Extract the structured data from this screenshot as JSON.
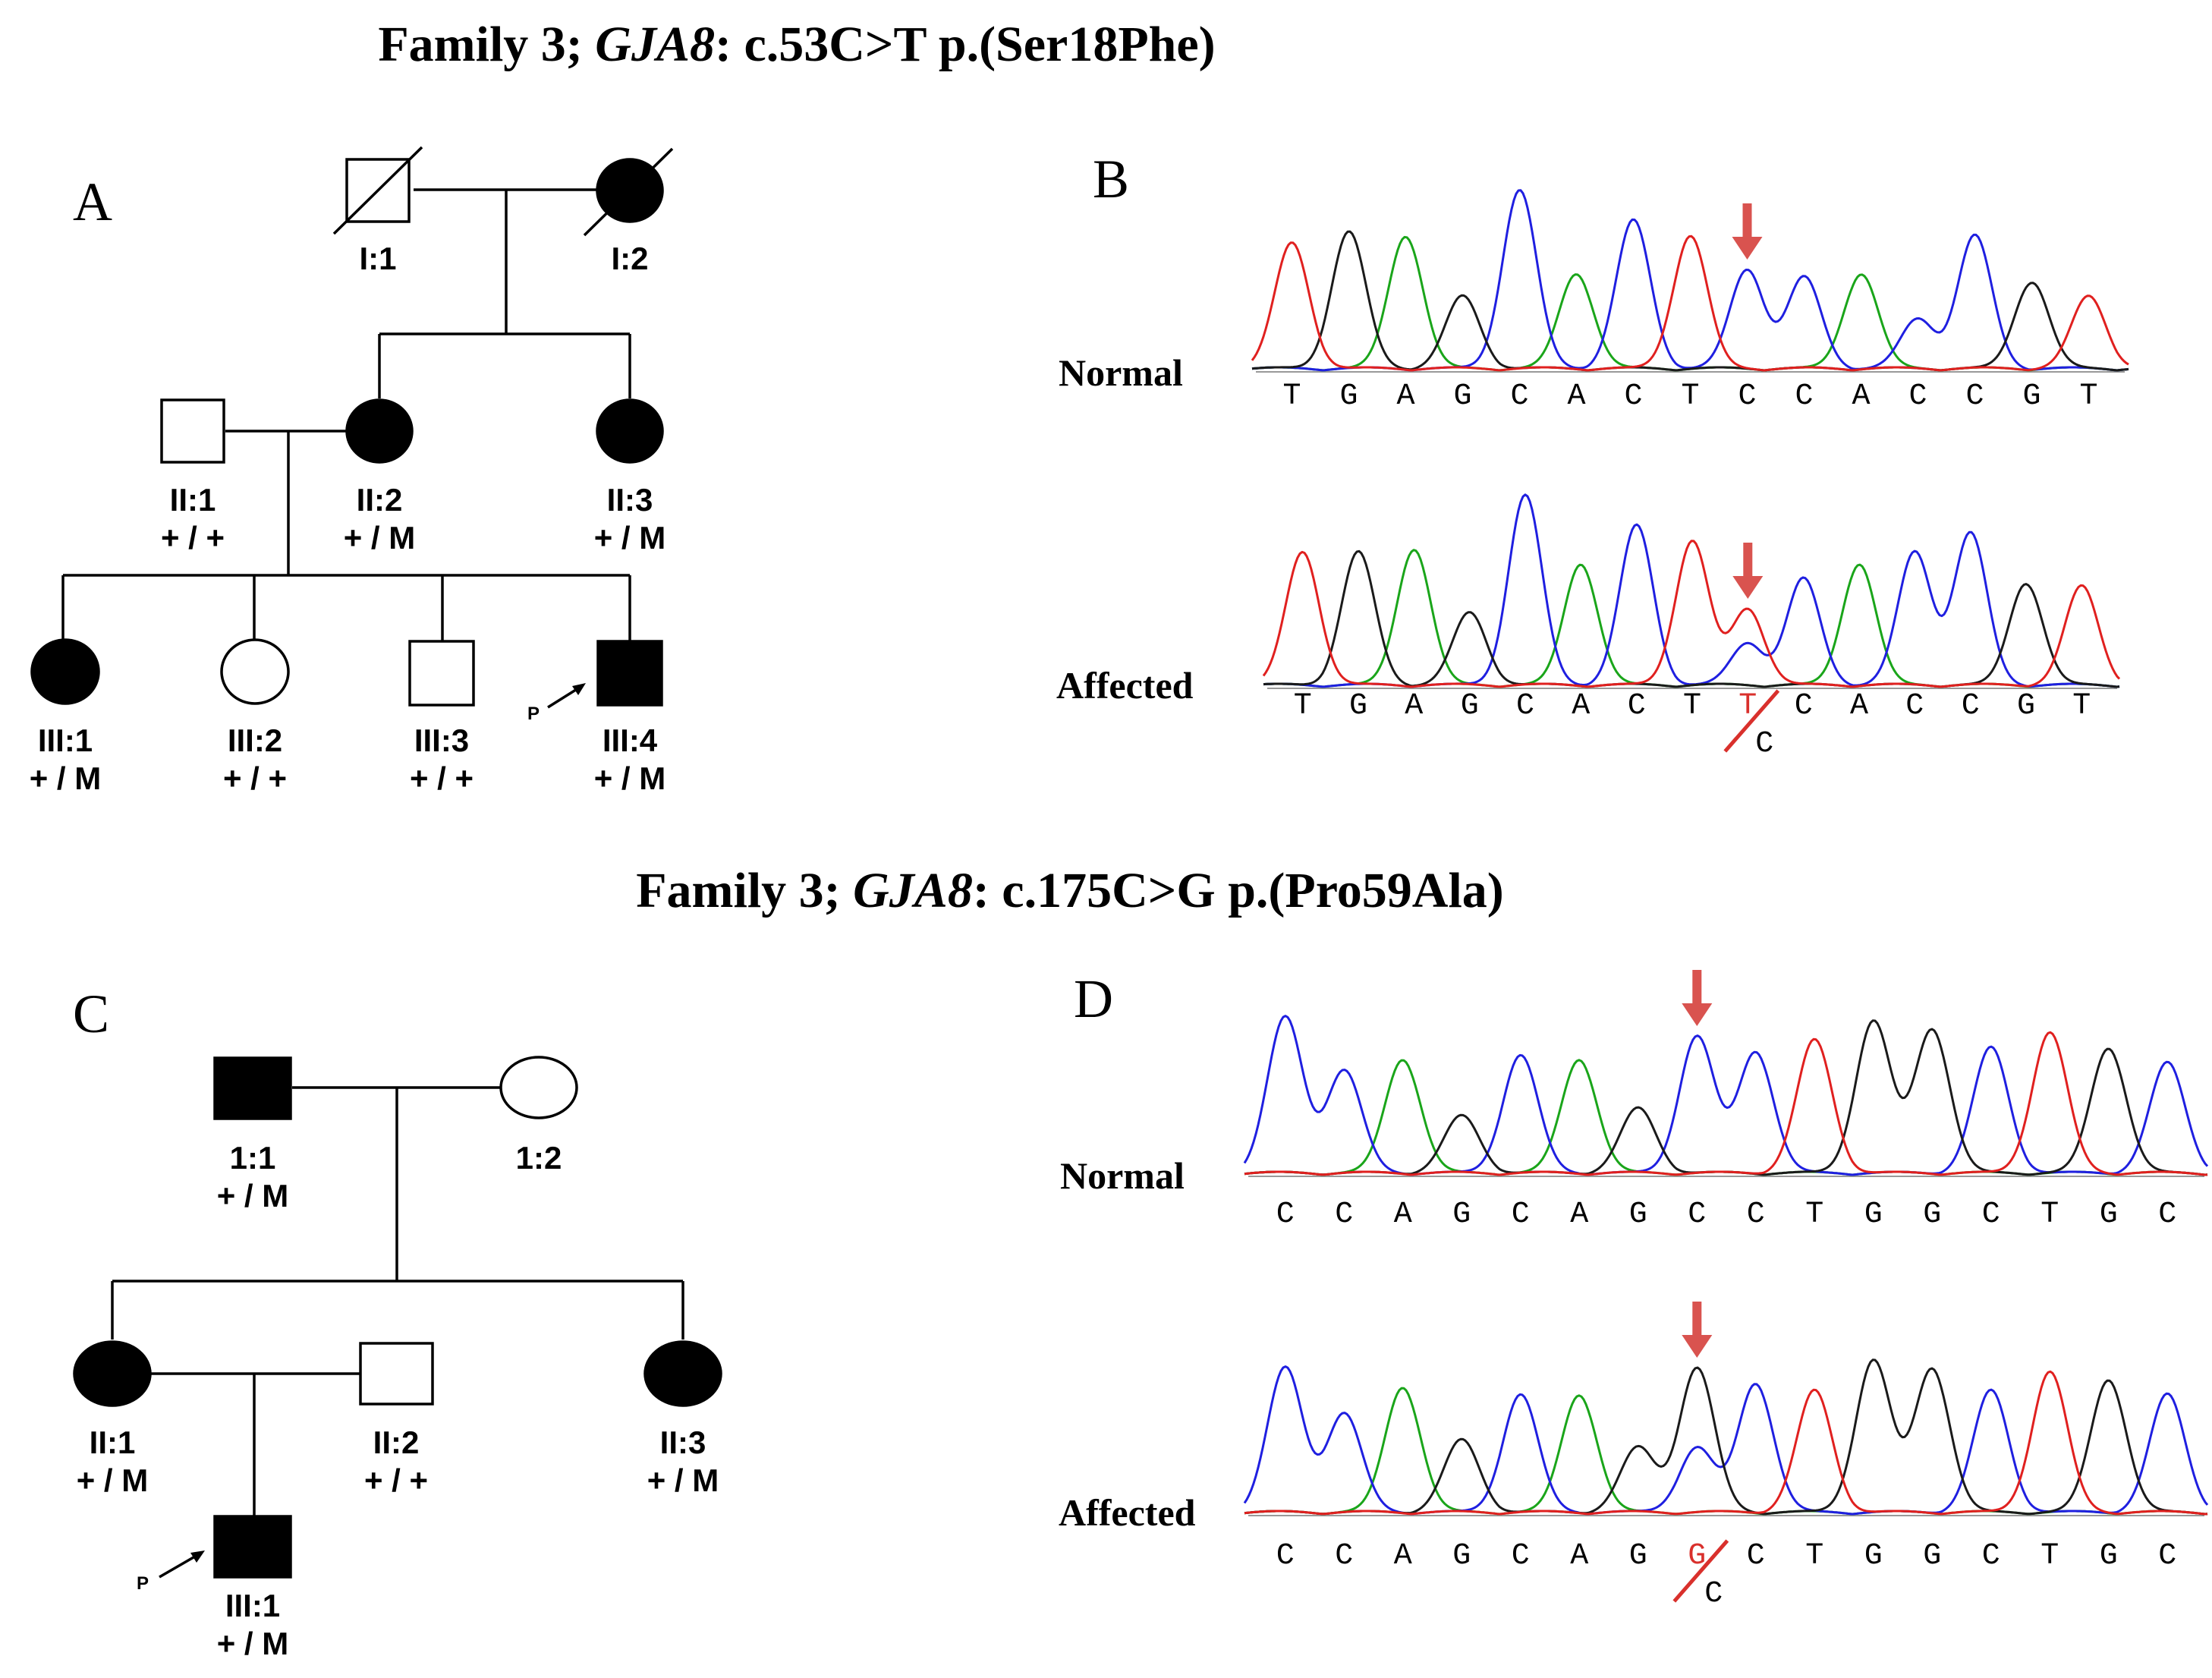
{
  "titles": [
    {
      "prefix": "Family 3; ",
      "gene": "GJA8",
      "suffix": ": c.53C>T p.(Ser18Phe)"
    },
    {
      "prefix": "Family 3; ",
      "gene": "GJA8",
      "suffix": ": c.175C>G p.(Pro59Ala)"
    }
  ],
  "panels": {
    "a": "A",
    "b": "B",
    "c": "C",
    "d": "D"
  },
  "pedigree_top": {
    "I1": {
      "id": "I:1",
      "genotype": "",
      "sex": "male",
      "affected": false,
      "deceased": true
    },
    "I2": {
      "id": "I:2",
      "genotype": "",
      "sex": "female",
      "affected": true,
      "deceased": true
    },
    "II1": {
      "id": "II:1",
      "genotype": "+ / +",
      "sex": "male",
      "affected": false
    },
    "II2": {
      "id": "II:2",
      "genotype": "+ / M",
      "sex": "female",
      "affected": true
    },
    "II3": {
      "id": "II:3",
      "genotype": "+ / M",
      "sex": "female",
      "affected": true
    },
    "III1": {
      "id": "III:1",
      "genotype": "+ / M",
      "sex": "female",
      "affected": true
    },
    "III2": {
      "id": "III:2",
      "genotype": "+ / +",
      "sex": "female",
      "affected": false
    },
    "III3": {
      "id": "III:3",
      "genotype": "+ / +",
      "sex": "male",
      "affected": false
    },
    "III4": {
      "id": "III:4",
      "genotype": "+ / M",
      "sex": "male",
      "affected": true,
      "proband": true
    }
  },
  "pedigree_bottom": {
    "I1": {
      "id": "1:1",
      "genotype": "+ / M",
      "sex": "male",
      "affected": true
    },
    "I2": {
      "id": "1:2",
      "genotype": "",
      "sex": "female",
      "affected": false
    },
    "II1": {
      "id": "II:1",
      "genotype": "+ / M",
      "sex": "female",
      "affected": true
    },
    "II2": {
      "id": "II:2",
      "genotype": "+ / +",
      "sex": "male",
      "affected": false
    },
    "II3": {
      "id": "II:3",
      "genotype": "+ / M",
      "sex": "female",
      "affected": true
    },
    "III1": {
      "id": "III:1",
      "genotype": "+ / M",
      "sex": "male",
      "affected": true,
      "proband": true
    }
  },
  "proband_marker": "P",
  "chromatograms": {
    "b": {
      "normal": {
        "label": "Normal",
        "bases": [
          "T",
          "G",
          "A",
          "G",
          "C",
          "A",
          "C",
          "T",
          "C",
          "C",
          "A",
          "C",
          "C",
          "G",
          "T"
        ],
        "marked_index": 8
      },
      "affected": {
        "label": "Affected",
        "bases": [
          "T",
          "G",
          "A",
          "G",
          "C",
          "A",
          "C",
          "T",
          "T",
          "C",
          "A",
          "C",
          "C",
          "G",
          "T"
        ],
        "marked_index": 8,
        "mutant_base": "T",
        "reference_base": "C"
      }
    },
    "d": {
      "normal": {
        "label": "Normal",
        "bases": [
          "C",
          "C",
          "A",
          "G",
          "C",
          "A",
          "G",
          "C",
          "C",
          "T",
          "G",
          "G",
          "C",
          "T",
          "G",
          "C"
        ],
        "marked_index": 7
      },
      "affected": {
        "label": "Affected",
        "bases": [
          "C",
          "C",
          "A",
          "G",
          "C",
          "A",
          "G",
          "G",
          "C",
          "T",
          "G",
          "G",
          "C",
          "T",
          "G",
          "C"
        ],
        "marked_index": 7,
        "mutant_base": "G",
        "reference_base": "C"
      }
    }
  },
  "colors": {
    "A": "#1aa51a",
    "C": "#1f1fe0",
    "G": "#1a1a1a",
    "T": "#e0201f",
    "marker": "#d9534f",
    "mutation": "#d9302c"
  }
}
